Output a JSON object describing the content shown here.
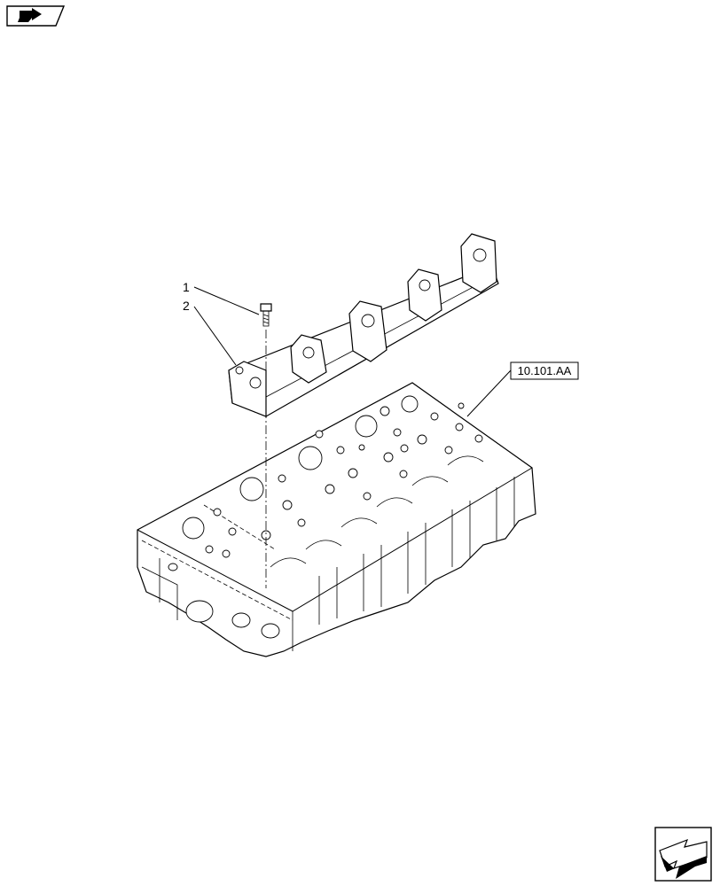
{
  "callouts": [
    {
      "id": "1",
      "label": "1"
    },
    {
      "id": "2",
      "label": "2"
    }
  ],
  "reference": {
    "label": "10.101.AA"
  },
  "icons": {
    "top_left": "page-back-arrow-icon",
    "bottom_right": "next-page-arrow-icon"
  }
}
